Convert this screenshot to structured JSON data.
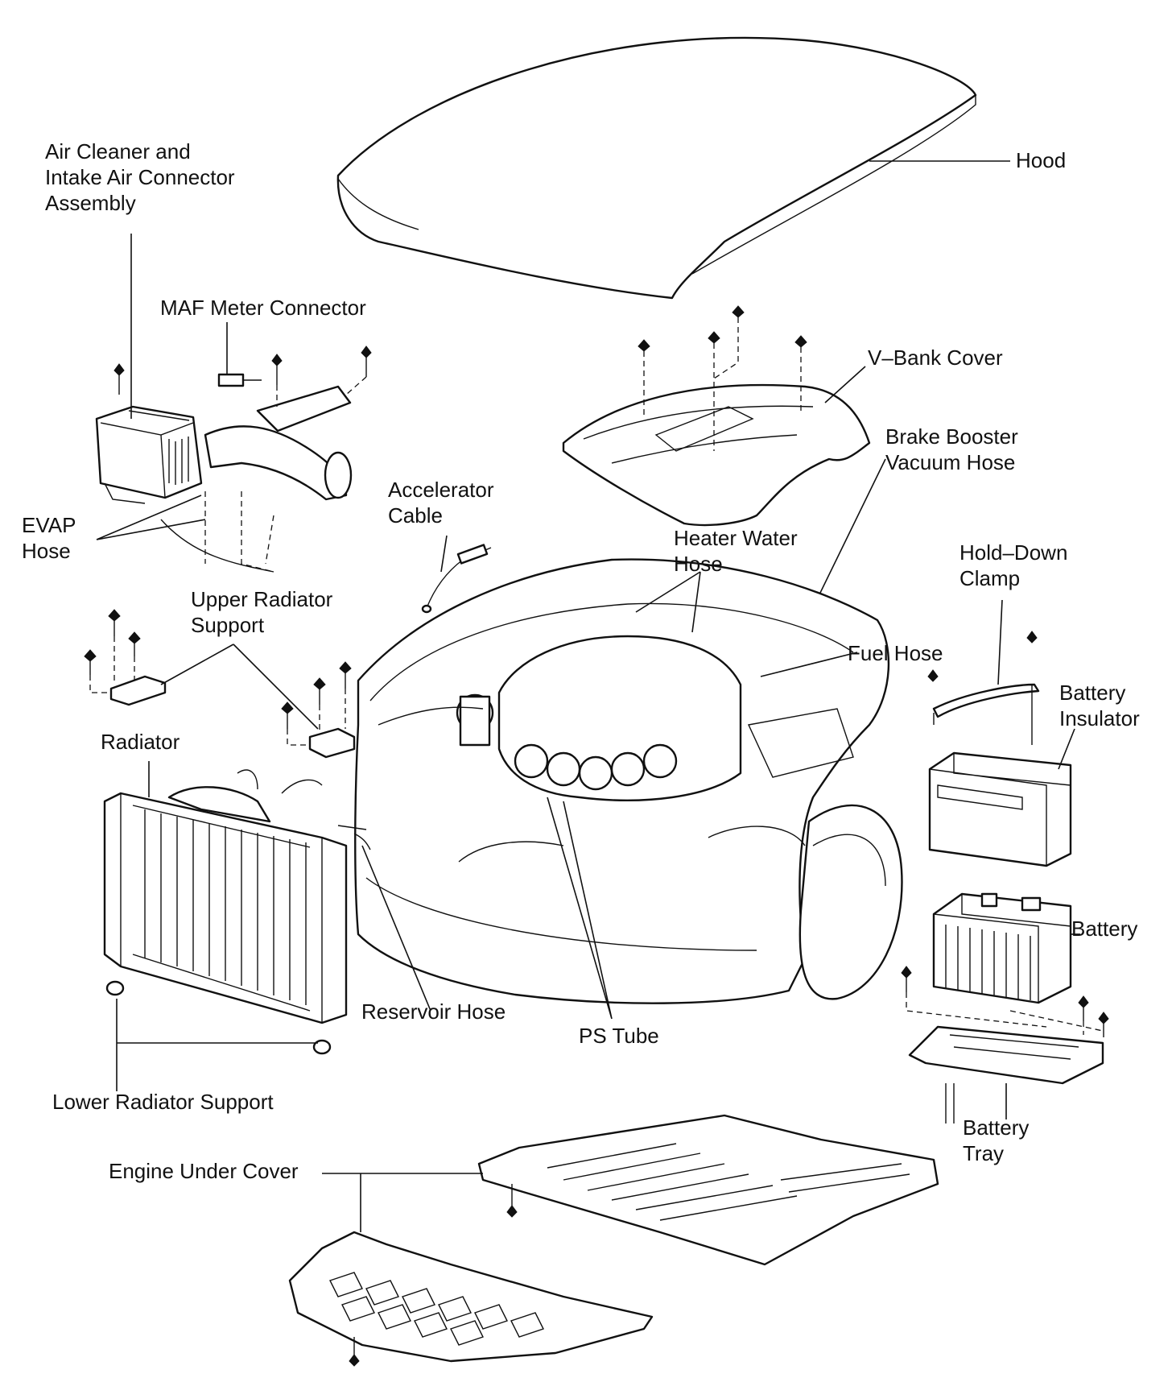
{
  "labels": {
    "hood": "Hood",
    "air_cleaner": "Air Cleaner and\nIntake Air Connector\nAssembly",
    "maf_connector": "MAF Meter Connector",
    "v_bank_cover": "V–Bank Cover",
    "brake_booster_hose": "Brake Booster\nVacuum Hose",
    "evap_hose": "EVAP\nHose",
    "accelerator_cable": "Accelerator\nCable",
    "heater_water_hose": "Heater Water\nHose",
    "hold_down_clamp": "Hold–Down\nClamp",
    "upper_radiator_support": "Upper Radiator\nSupport",
    "fuel_hose": "Fuel Hose",
    "battery_insulator": "Battery\nInsulator",
    "radiator": "Radiator",
    "battery": "Battery",
    "reservoir_hose": "Reservoir Hose",
    "ps_tube": "PS Tube",
    "lower_radiator_support": "Lower Radiator Support",
    "battery_tray": "Battery\nTray",
    "engine_under_cover": "Engine Under Cover"
  }
}
